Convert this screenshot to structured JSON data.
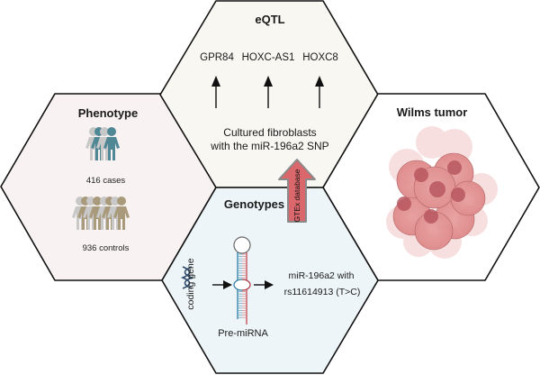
{
  "panels": {
    "eqtl": {
      "title": "eQTL",
      "genes": [
        "GPR84",
        "HOXC-AS1",
        "HOXC8"
      ],
      "caption_line1": "Cultured fibroblasts",
      "caption_line2": "with the miR-196a2 SNP",
      "fill": "#f9f7f2"
    },
    "phenotype": {
      "title": "Phenotype",
      "cases_label": "416 cases",
      "controls_label": "936 controls",
      "cases_color": "#4f8795",
      "controls_color": "#a99a7c",
      "shadow_color": "#c8c8c8",
      "fill": "#f8f2f2"
    },
    "wilms": {
      "title": "Wilms tumor",
      "cell_color": "#e28b8b",
      "nucleus_color": "#c0616a",
      "fill": "#ffffff"
    },
    "genotypes": {
      "title": "Genotypes",
      "dna_label": "coding gene",
      "premirna_label": "Pre-miRNA",
      "result_line1": "miR-196a2 with",
      "result_line2": "rs11614913 (T>C)",
      "fill": "#eef5f8"
    }
  },
  "connector": {
    "label": "GTEx database",
    "color": "#d9676b"
  },
  "outline_color": "#111111"
}
